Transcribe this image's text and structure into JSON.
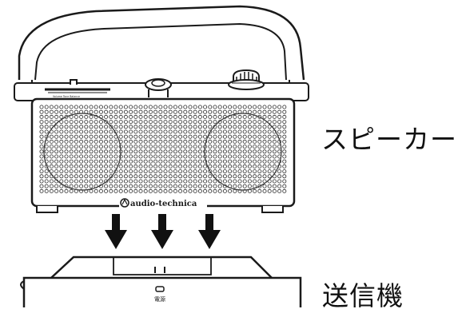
{
  "labels": {
    "speaker": "スピーカー",
    "transmitter": "送信機"
  },
  "device": {
    "brand_logo": "audio-technica",
    "power_label": "電源",
    "knob_markings": "Volume Tone Balance"
  },
  "colors": {
    "outline": "#1a1a1a",
    "grille": "#2a2a2a",
    "body_fill": "#ffffff",
    "arrow": "#111111"
  },
  "arrows": {
    "count": 3,
    "direction": "down"
  }
}
